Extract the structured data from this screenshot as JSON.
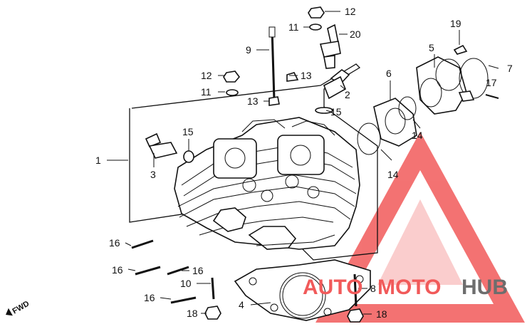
{
  "diagram": {
    "callouts": {
      "c1": "1",
      "c2": "2",
      "c3": "3",
      "c4": "4",
      "c5": "5",
      "c6": "6",
      "c7": "7",
      "c8": "8",
      "c9": "9",
      "c10": "10",
      "c11a": "11",
      "c11b": "11",
      "c12a": "12",
      "c12b": "12",
      "c13a": "13",
      "c13b": "13",
      "c14a": "14",
      "c14b": "14",
      "c15a": "15",
      "c15b": "15",
      "c16a": "16",
      "c16b": "16",
      "c16c": "16",
      "c16d": "16",
      "c17": "17",
      "c18a": "18",
      "c18b": "18",
      "c19": "19",
      "c20": "20"
    },
    "fwd_label": "FWD"
  },
  "watermark": {
    "part1": "AUTO",
    "part2": "MOTO",
    "part3": "HUB",
    "red": "#f15a5a",
    "gray": "#6d6d6d"
  }
}
